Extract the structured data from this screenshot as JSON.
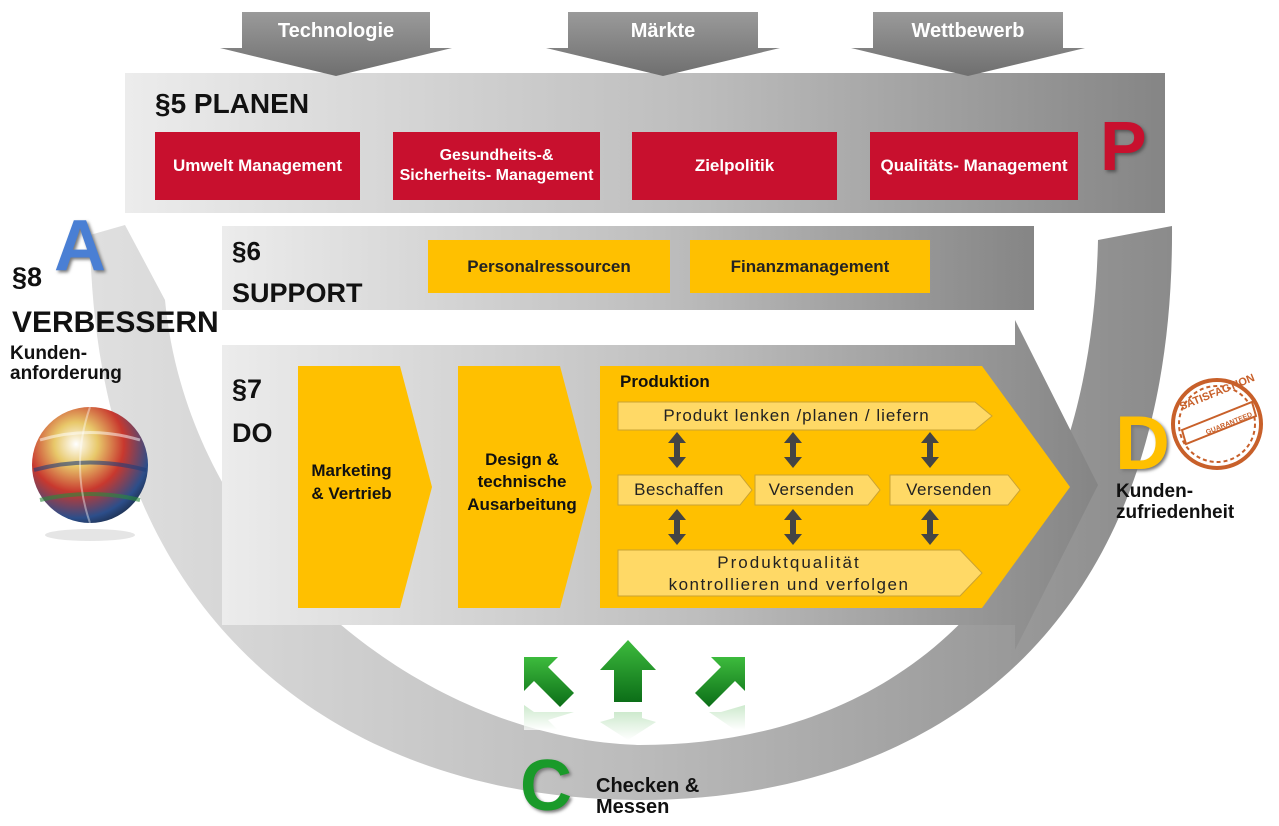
{
  "inputs": [
    "Technologie",
    "Märkte",
    "Wettbewerb"
  ],
  "plan": {
    "title": "§5 PLANEN",
    "letter": "P",
    "boxes": [
      "Umwelt Management",
      "Gesundheits-& Sicherheits- Management",
      "Zielpolitik",
      "Qualitäts- Management"
    ]
  },
  "support": {
    "title_num": "§6",
    "title_word": "SUPPORT",
    "boxes": [
      "Personalressourcen",
      "Finanzmanagement"
    ]
  },
  "do": {
    "title_num": "§7",
    "title_word": "DO",
    "steps": [
      "Marketing & Vertrieb",
      "Design & technische Ausarbeitung"
    ],
    "production": {
      "title": "Produktion",
      "top": "Produkt lenken /planen / liefern",
      "middle": [
        "Beschaffen",
        "Versenden",
        "Versenden"
      ],
      "bottom_line1": "Produktqualität",
      "bottom_line2": "kontrollieren und verfolgen"
    }
  },
  "improve": {
    "title_num": "§8",
    "title_word": "VERBESSERN",
    "letter": "A",
    "caption": "Kunden- anforderung"
  },
  "satisfaction": {
    "letter": "D",
    "caption_line1": "Kunden-",
    "caption_line2": "zufriedenheit",
    "stamp_line1": "SATISFACTION",
    "stamp_line2": "GUARANTEED"
  },
  "check": {
    "letter": "C",
    "caption_line1": "Checken &",
    "caption_line2": "Messen"
  },
  "colors": {
    "red": "#c8102e",
    "yellow": "#ffc000",
    "green": "#1a9a2a",
    "blue": "#4a7fd4",
    "gray_band": "#a8a8a8"
  }
}
